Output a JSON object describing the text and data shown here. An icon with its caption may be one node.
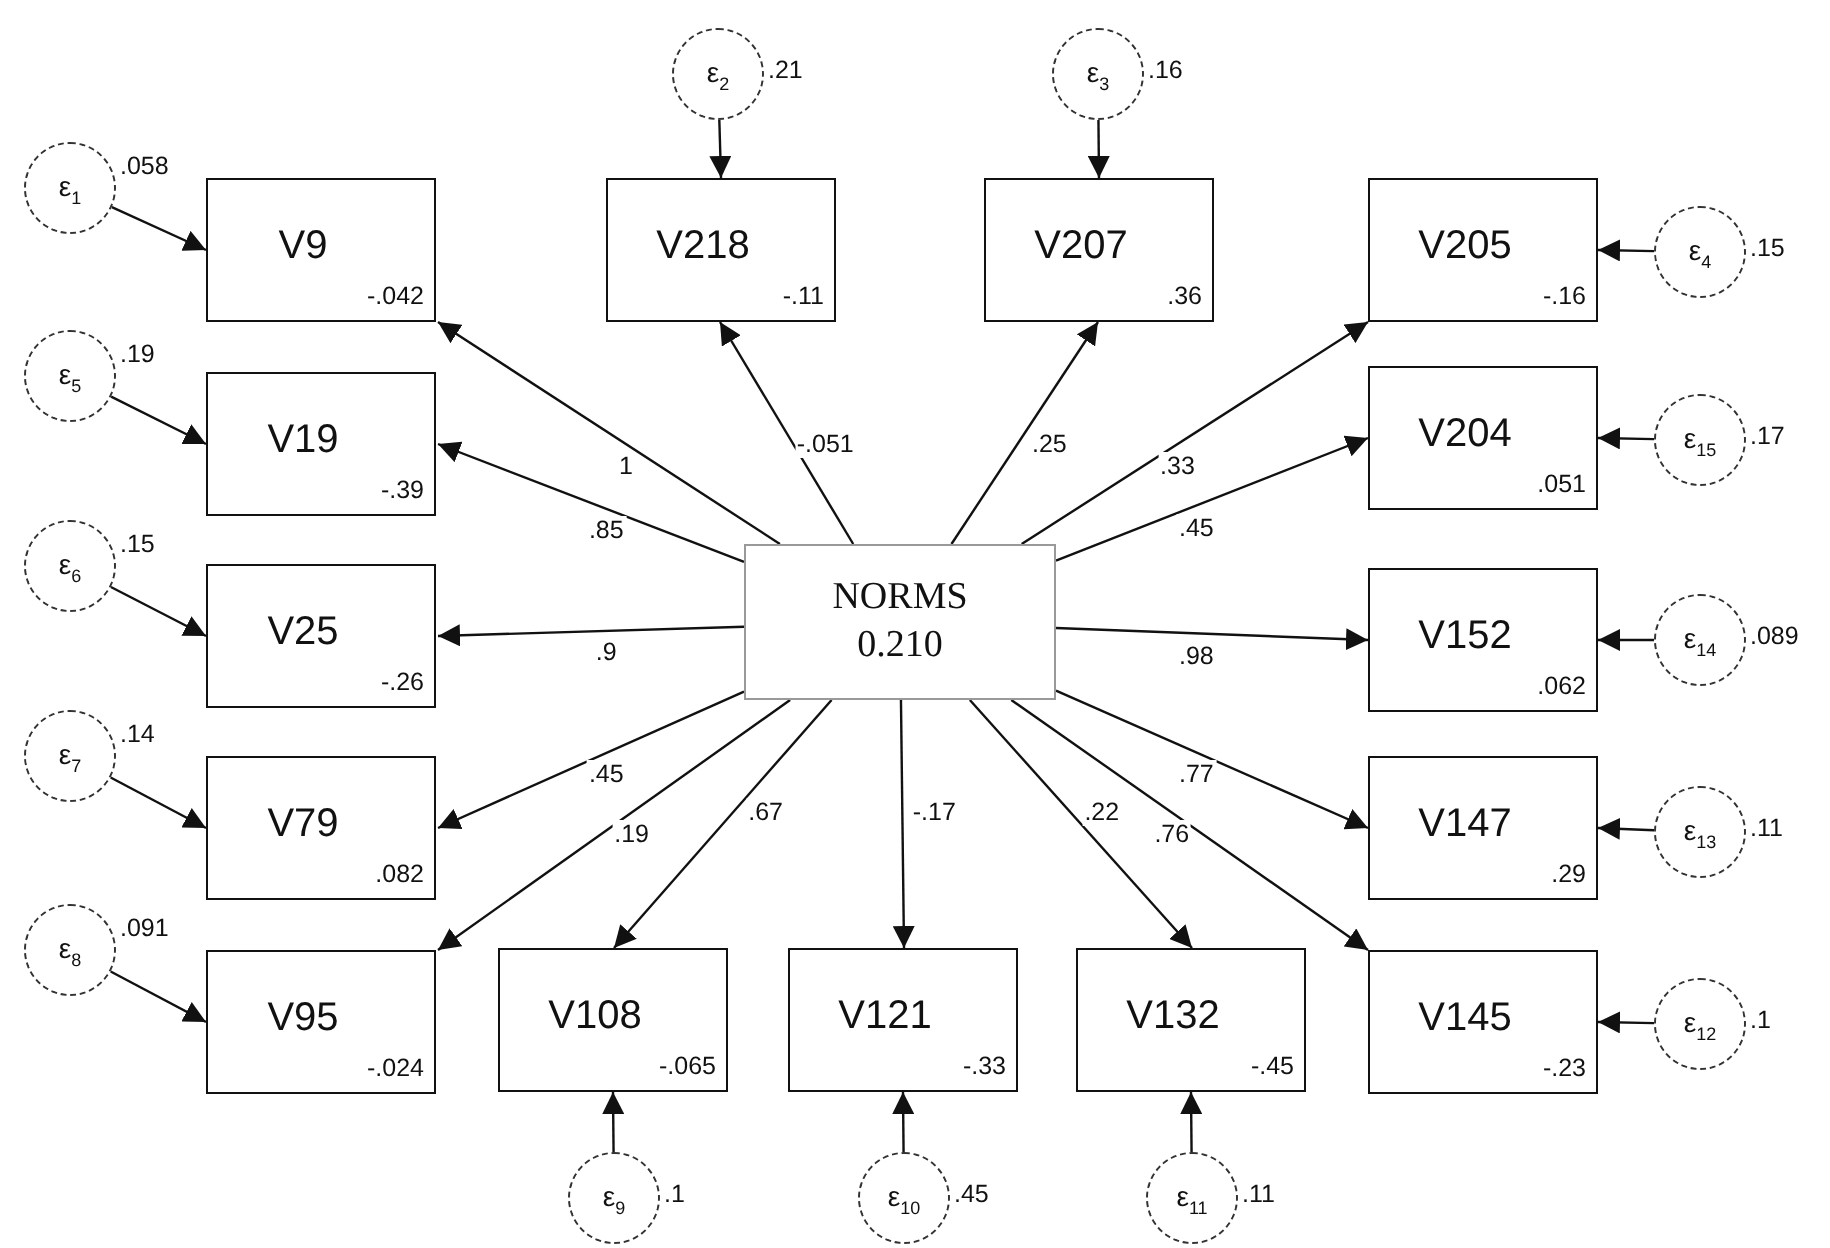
{
  "diagram": {
    "nodes": [
      {
        "text": [
          "NORMS",
          "0.210"
        ]
      },
      {
        "text": [
          "V9",
          "-.042"
        ]
      },
      {
        "text": [
          "V218",
          "-.11"
        ]
      },
      {
        "text": [
          "V207",
          ".36"
        ]
      },
      {
        "text": [
          "V205",
          "-.16"
        ]
      },
      {
        "text": [
          "V204",
          ".051"
        ]
      },
      {
        "text": [
          "V152",
          ".062"
        ]
      },
      {
        "text": [
          "V147",
          ".29"
        ]
      },
      {
        "text": [
          "V145",
          "-.23"
        ]
      },
      {
        "text": [
          "V132",
          "-.45"
        ]
      },
      {
        "text": [
          "V121",
          "-.33"
        ]
      },
      {
        "text": [
          "V108",
          "-.065"
        ]
      },
      {
        "text": [
          "V95",
          "-.024"
        ]
      },
      {
        "text": [
          "V79",
          ".082"
        ]
      },
      {
        "text": [
          "V25",
          "-.26"
        ]
      },
      {
        "text": [
          "V19",
          "-.39"
        ]
      },
      {
        "text": [
          "ε$_{1}$"
        ],
        "beside": [
          ".058"
        ]
      },
      {
        "text": [
          "ε$_{2}$"
        ],
        "beside": [
          ".21"
        ]
      },
      {
        "text": [
          "ε$_{3}$"
        ],
        "beside": [
          ".16"
        ]
      },
      {
        "text": [
          "ε$_{4}$"
        ],
        "beside": [
          ".15"
        ]
      },
      {
        "text": [
          "ε$_{5}$"
        ],
        "beside": [
          ".19"
        ]
      },
      {
        "text": [
          "ε$_{6}$"
        ],
        "beside": [
          ".15"
        ]
      },
      {
        "text": [
          "ε$_{7}$"
        ],
        "beside": [
          ".14"
        ]
      },
      {
        "text": [
          "ε$_{8}$"
        ],
        "beside": [
          ".091"
        ]
      },
      {
        "text": [
          "ε$_{9}$"
        ],
        "beside": [
          ".1"
        ]
      },
      {
        "text": [
          "ε$_{10}$"
        ],
        "beside": [
          ".45"
        ]
      },
      {
        "text": [
          "ε$_{11}$"
        ],
        "beside": [
          ".11"
        ]
      },
      {
        "text": [
          "ε$_{12}$"
        ],
        "beside": [
          ".1"
        ]
      },
      {
        "text": [
          "ε$_{13}$"
        ],
        "beside": [
          ".11"
        ]
      },
      {
        "text": [
          "ε$_{14}$"
        ],
        "beside": [
          ".089"
        ]
      },
      {
        "text": [
          "ε$_{15}$"
        ],
        "beside": [
          ".17"
        ]
      }
    ],
    "edges": [
      {
        "from": 0,
        "to": 1,
        "arrow": "to",
        "label": "1"
      },
      {
        "from": 0,
        "to": 2,
        "arrow": "to",
        "label": "-.051"
      },
      {
        "from": 0,
        "to": 3,
        "arrow": "to",
        "label": ".25"
      },
      {
        "from": 0,
        "to": 4,
        "arrow": "to",
        "label": ".33"
      },
      {
        "from": 0,
        "to": 5,
        "arrow": "to",
        "label": ".45"
      },
      {
        "from": 0,
        "to": 6,
        "arrow": "to",
        "label": ".98"
      },
      {
        "from": 0,
        "to": 7,
        "arrow": "to",
        "label": ".77"
      },
      {
        "from": 0,
        "to": 8,
        "arrow": "to",
        "label": ".76"
      },
      {
        "from": 0,
        "to": 9,
        "arrow": "to",
        "label": ".22"
      },
      {
        "from": 0,
        "to": 10,
        "arrow": "to",
        "label": "-.17"
      },
      {
        "from": 0,
        "to": 11,
        "arrow": "to",
        "label": ".67"
      },
      {
        "from": 0,
        "to": 12,
        "arrow": "to",
        "label": ".19"
      },
      {
        "from": 0,
        "to": 13,
        "arrow": "to",
        "label": ".45"
      },
      {
        "from": 0,
        "to": 14,
        "arrow": "to",
        "label": ".9"
      },
      {
        "from": 0,
        "to": 15,
        "arrow": "to",
        "label": ".85"
      },
      {
        "from": 16,
        "to": 1,
        "arrow": "to"
      },
      {
        "from": 17,
        "to": 2,
        "arrow": "to"
      },
      {
        "from": 18,
        "to": 3,
        "arrow": "to"
      },
      {
        "from": 19,
        "to": 4,
        "arrow": "to"
      },
      {
        "from": 20,
        "to": 15,
        "arrow": "to"
      },
      {
        "from": 21,
        "to": 14,
        "arrow": "to"
      },
      {
        "from": 22,
        "to": 13,
        "arrow": "to"
      },
      {
        "from": 23,
        "to": 12,
        "arrow": "to"
      },
      {
        "from": 24,
        "to": 11,
        "arrow": "to"
      },
      {
        "from": 25,
        "to": 10,
        "arrow": "to"
      },
      {
        "from": 26,
        "to": 9,
        "arrow": "to"
      },
      {
        "from": 27,
        "to": 8,
        "arrow": "to"
      },
      {
        "from": 28,
        "to": 7,
        "arrow": "to"
      },
      {
        "from": 29,
        "to": 6,
        "arrow": "to"
      },
      {
        "from": 30,
        "to": 5,
        "arrow": "to"
      }
    ]
  }
}
